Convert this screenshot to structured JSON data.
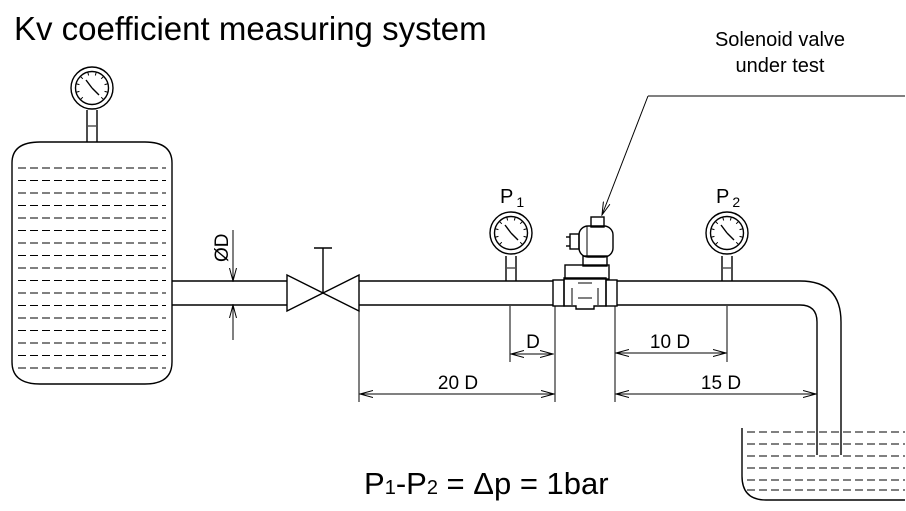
{
  "title": "Kv coefficient measuring system",
  "callout": {
    "line1": "Solenoid valve",
    "line2": "under test"
  },
  "gauges": {
    "p1": {
      "letter": "P",
      "sub": "1"
    },
    "p2": {
      "letter": "P",
      "sub": "2"
    }
  },
  "diameter_label": "ØD",
  "dimensions": {
    "d": "D",
    "twenty_d": "20 D",
    "ten_d": "10 D",
    "fifteen_d": "15 D"
  },
  "formula": {
    "p": "P",
    "sub1": "1",
    "minus": "-P",
    "sub2": "2",
    "rest": " = Δp = 1bar"
  }
}
